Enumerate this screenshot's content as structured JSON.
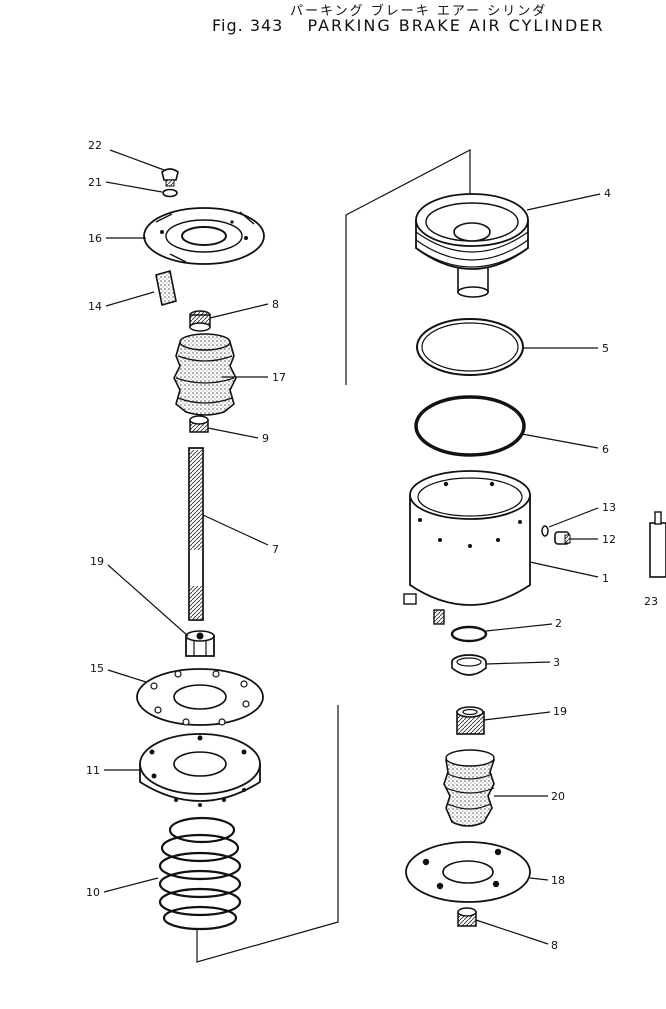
{
  "header": {
    "japanese_title": "パーキング ブレーキ エアー シリンダ",
    "figure_number": "Fig. 343",
    "title": "PARKING BRAKE AIR CYLINDER"
  },
  "callouts": {
    "c22": "22",
    "c21": "21",
    "c16": "16",
    "c14": "14",
    "c8a": "8",
    "c17": "17",
    "c9": "9",
    "c7": "7",
    "c19a": "19",
    "c15": "15",
    "c11": "11",
    "c10": "10",
    "c4": "4",
    "c5": "5",
    "c6": "6",
    "c13": "13",
    "c12": "12",
    "c1": "1",
    "c23": "23",
    "c2": "2",
    "c3": "3",
    "c19b": "19",
    "c20": "20",
    "c18": "18",
    "c8b": "8"
  },
  "colors": {
    "ink": "#111111",
    "paper": "#ffffff",
    "stipple": "#777777"
  }
}
